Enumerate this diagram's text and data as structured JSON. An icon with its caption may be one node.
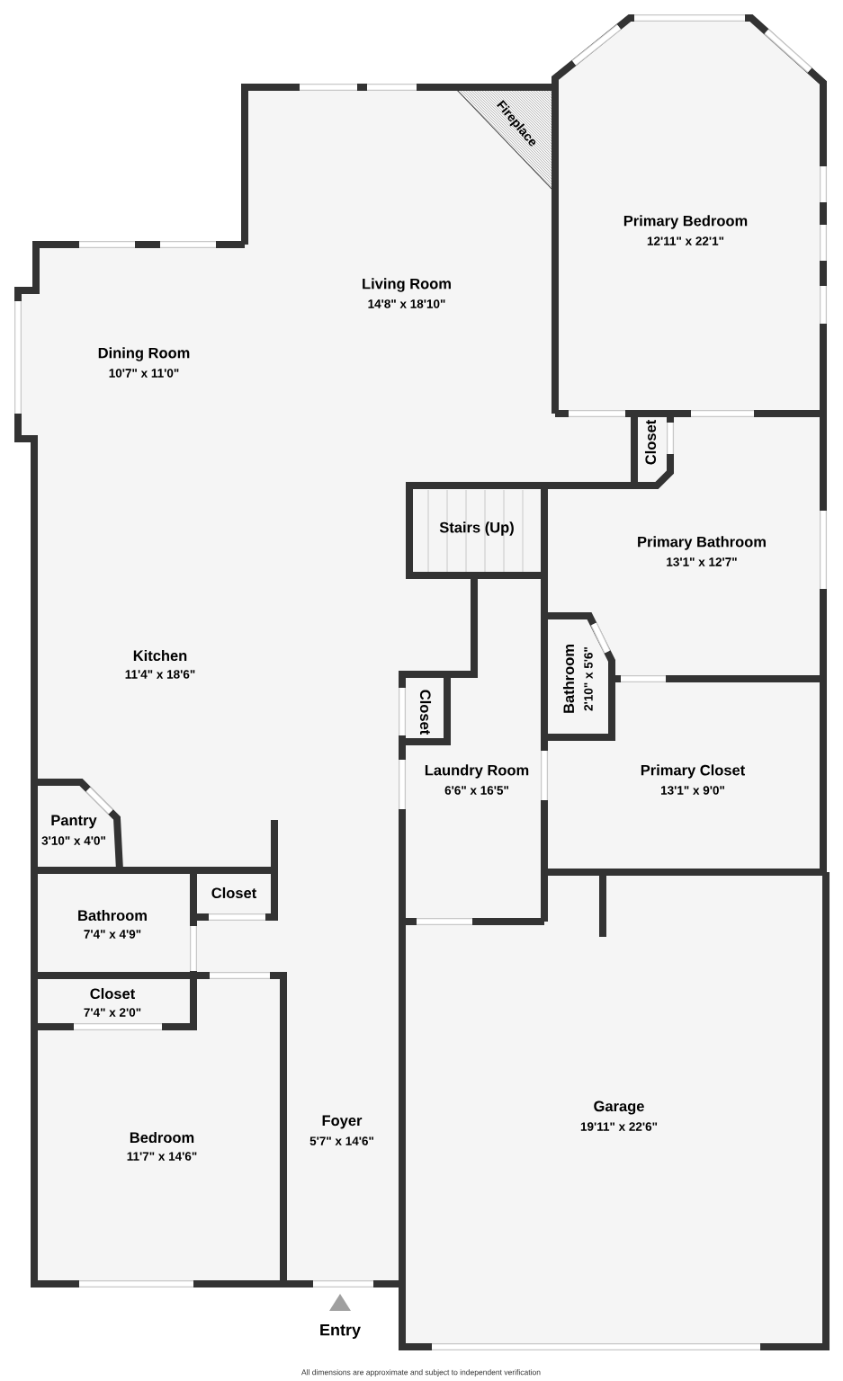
{
  "diagram": {
    "caption": "All dimensions are approximate and subject to independent verification",
    "labels": [
      "Primary Bedroom",
      "12'11\" x 22'1\"",
      "Fireplace",
      "Living Room",
      "14'8\" x 18'10\"",
      "Dining Room",
      "10'7\" x 11'0\"",
      "Closet",
      "Stairs (Up)",
      "Primary Bathroom",
      "13'1\" x 12'7\"",
      "Kitchen",
      "11'4\" x 18'6\"",
      "Bathroom",
      "2'10\" x 5'6\"",
      "Closet",
      "Laundry Room",
      "6'6\" x 16'5\"",
      "Primary Closet",
      "13'1\" x 9'0\"",
      "Pantry",
      "3'10\" x 4'0\"",
      "Closet",
      "Bathroom",
      "7'4\" x 4'9\"",
      "Closet",
      "7'4\" x 2'0\"",
      "Foyer",
      "5'7\" x 14'6\"",
      "Garage",
      "19'11\" x 22'6\"",
      "Bedroom",
      "11'7\" x 14'6\"",
      "Entry"
    ]
  }
}
